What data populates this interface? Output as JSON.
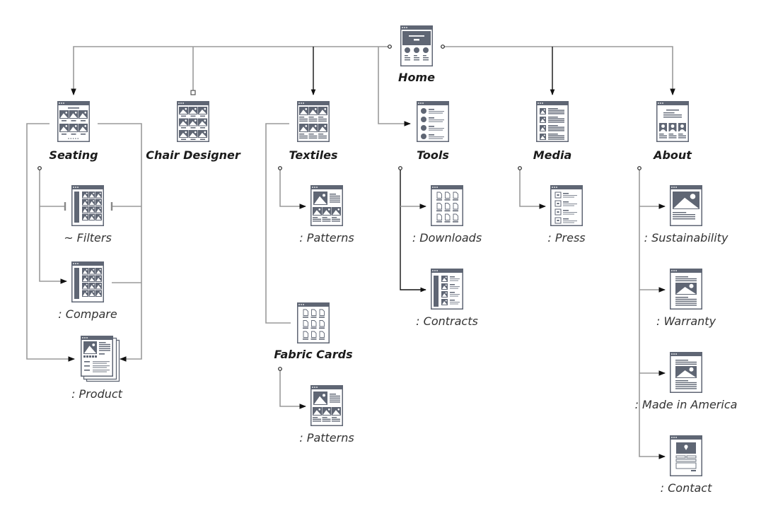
{
  "diagram": {
    "type": "sitemap",
    "colors": {
      "icon": "#5f6674",
      "line_gray": "#999999",
      "line_dark": "#111111",
      "text": "#222222"
    },
    "root": {
      "label": "Home",
      "icon": "home-page-icon"
    },
    "sections": [
      {
        "label": "Seating",
        "icon": "gallery-grid-page-icon",
        "children": [
          {
            "label": "~ Filters",
            "icon": "sidebar-gallery-page-icon"
          },
          {
            "label": ": Compare",
            "icon": "sidebar-gallery-page-icon"
          },
          {
            "label": ": Product",
            "icon": "stacked-product-pages-icon"
          }
        ]
      },
      {
        "label": "Chair Designer",
        "icon": "image-grid-page-icon",
        "children": []
      },
      {
        "label": "Textiles",
        "icon": "gallery-text-page-icon",
        "children": [
          {
            "label": ": Patterns",
            "icon": "feature-gallery-page-icon"
          }
        ]
      },
      {
        "label": "Fabric Cards",
        "icon": "document-grid-page-icon",
        "children": [
          {
            "label": ": Patterns",
            "icon": "feature-gallery-page-icon"
          }
        ]
      },
      {
        "label": "Tools",
        "icon": "bullet-list-page-icon",
        "children": [
          {
            "label": ": Downloads",
            "icon": "document-grid-page-icon"
          },
          {
            "label": ": Contracts",
            "icon": "sidebar-list-page-icon"
          }
        ]
      },
      {
        "label": "Media",
        "icon": "image-list-page-icon",
        "children": [
          {
            "label": ": Press",
            "icon": "dated-list-page-icon"
          }
        ]
      },
      {
        "label": "About",
        "icon": "team-page-icon",
        "children": [
          {
            "label": ": Sustainability",
            "icon": "hero-image-page-icon"
          },
          {
            "label": ": Warranty",
            "icon": "article-image-page-icon"
          },
          {
            "label": ": Made in America",
            "icon": "article-image-page-icon"
          },
          {
            "label": ": Contact",
            "icon": "map-form-page-icon"
          }
        ]
      }
    ]
  }
}
